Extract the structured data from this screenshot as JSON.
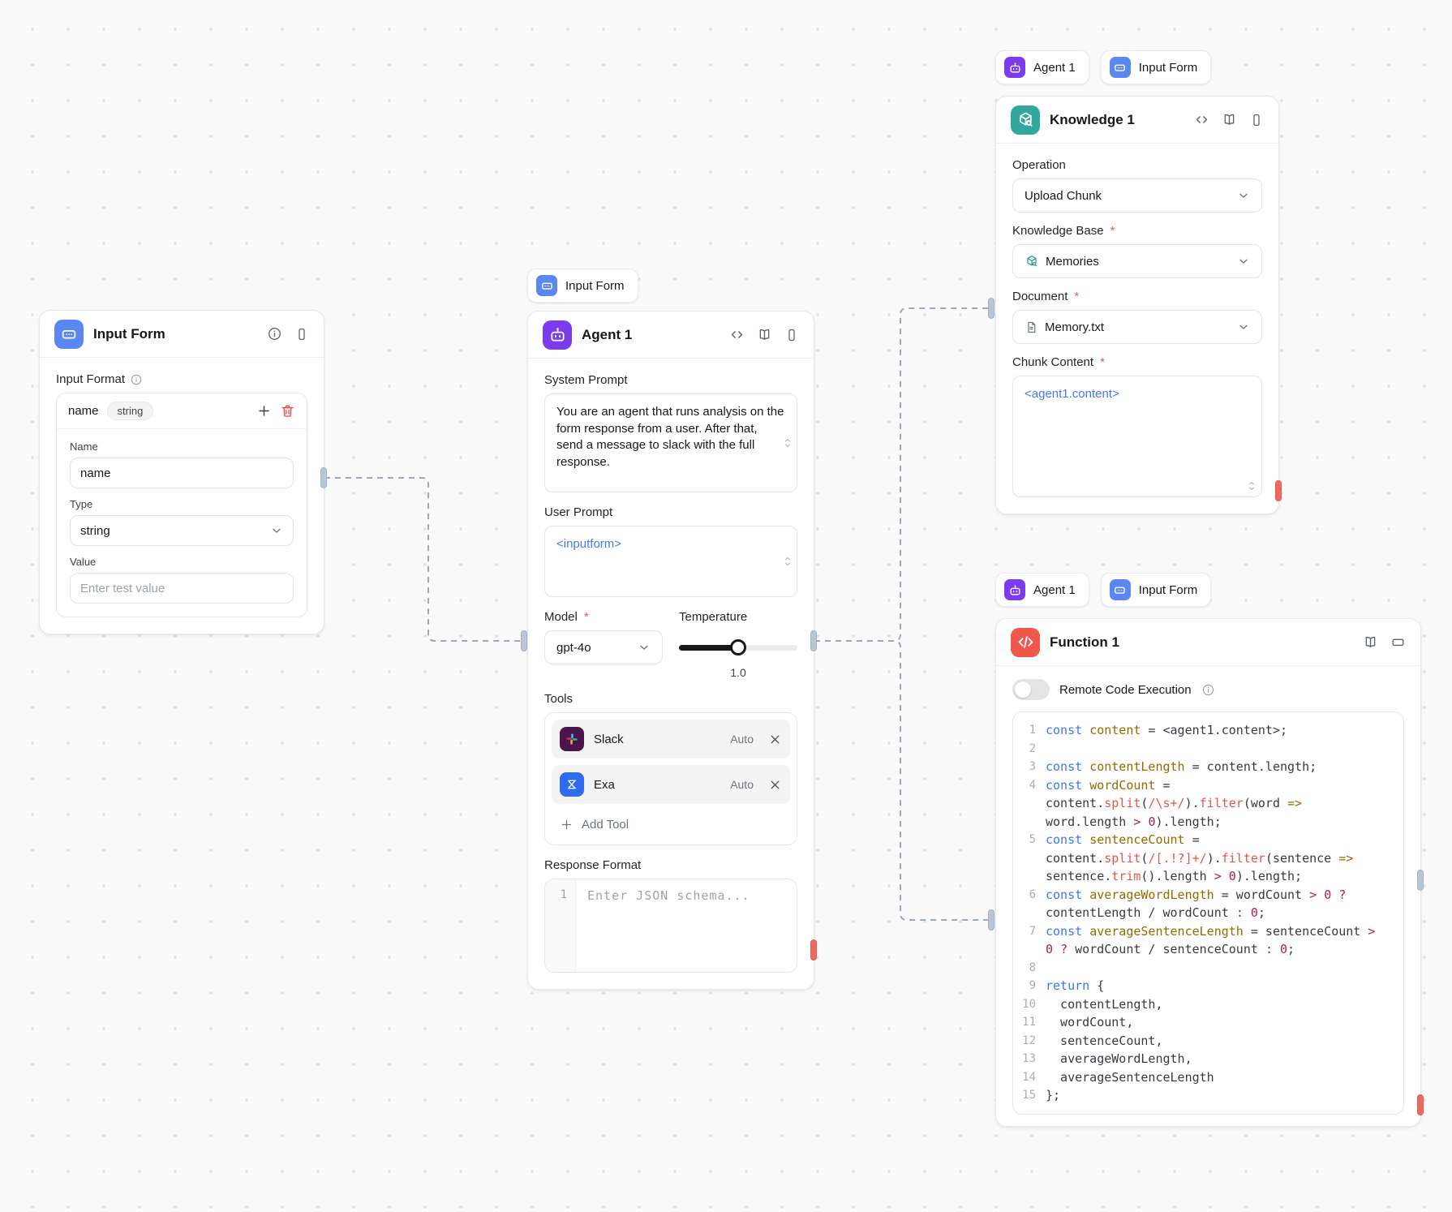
{
  "ui": {
    "required_mark": "*"
  },
  "chips": {
    "top": [
      {
        "label": "Agent 1"
      },
      {
        "label": "Input Form"
      }
    ],
    "mid": [
      {
        "label": "Input Form"
      }
    ],
    "bottom": [
      {
        "label": "Agent 1"
      },
      {
        "label": "Input Form"
      }
    ]
  },
  "input_form_node": {
    "title": "Input Form",
    "input_format_label": "Input Format",
    "field_name": "name",
    "field_type_badge": "string",
    "name_label": "Name",
    "name_value": "name",
    "type_label": "Type",
    "type_value": "string",
    "value_label": "Value",
    "value_placeholder": "Enter test value"
  },
  "agent_node": {
    "title": "Agent 1",
    "system_prompt_label": "System Prompt",
    "system_prompt_value": "You are an agent that runs analysis on the form response from a user. After that, send a message to slack with the full response.",
    "user_prompt_label": "User Prompt",
    "user_prompt_value": "<inputform>",
    "model_label": "Model",
    "model_value": "gpt-4o",
    "temperature_label": "Temperature",
    "temperature_value": "1.0",
    "tools_label": "Tools",
    "tools": [
      {
        "name": "Slack",
        "mode": "Auto"
      },
      {
        "name": "Exa",
        "mode": "Auto"
      }
    ],
    "add_tool_label": "Add Tool",
    "response_format_label": "Response Format",
    "response_line_number": "1",
    "response_placeholder": "Enter JSON schema..."
  },
  "knowledge_node": {
    "title": "Knowledge 1",
    "operation_label": "Operation",
    "operation_value": "Upload Chunk",
    "knowledge_base_label": "Knowledge Base",
    "knowledge_base_value": "Memories",
    "document_label": "Document",
    "document_value": "Memory.txt",
    "chunk_content_label": "Chunk Content",
    "chunk_content_value": "<agent1.content>"
  },
  "function_node": {
    "title": "Function 1",
    "toggle_label": "Remote Code Execution",
    "code": {
      "rows": [
        {
          "n": "1",
          "t": [
            [
              "const ",
              "kw"
            ],
            [
              "content",
              "id"
            ],
            [
              " = <agent1.content>;",
              "pl"
            ]
          ]
        },
        {
          "n": "2",
          "t": []
        },
        {
          "n": "3",
          "t": [
            [
              "const ",
              "kw"
            ],
            [
              "contentLength",
              "id"
            ],
            [
              " = content.length;",
              "pl"
            ]
          ]
        },
        {
          "n": "4",
          "t": [
            [
              "const ",
              "kw"
            ],
            [
              "wordCount",
              "id"
            ],
            [
              " =",
              "pl"
            ]
          ]
        },
        {
          "n": "",
          "t": [
            [
              "content.",
              "pl"
            ],
            [
              "split",
              "fn"
            ],
            [
              "(",
              "pl"
            ],
            [
              "/\\s+/",
              "rx"
            ],
            [
              ").",
              "pl"
            ],
            [
              "filter",
              "fn"
            ],
            [
              "(word ",
              "pl"
            ],
            [
              "=>",
              "id"
            ]
          ]
        },
        {
          "n": "",
          "t": [
            [
              "word.length ",
              "pl"
            ],
            [
              ">",
              "num"
            ],
            [
              " ",
              "pl"
            ],
            [
              "0",
              "num"
            ],
            [
              ").length;",
              "pl"
            ]
          ]
        },
        {
          "n": "5",
          "t": [
            [
              "const ",
              "kw"
            ],
            [
              "sentenceCount",
              "id"
            ],
            [
              " =",
              "pl"
            ]
          ]
        },
        {
          "n": "",
          "t": [
            [
              "content.",
              "pl"
            ],
            [
              "split",
              "fn"
            ],
            [
              "(",
              "pl"
            ],
            [
              "/[.!?]+/",
              "rx"
            ],
            [
              ").",
              "pl"
            ],
            [
              "filter",
              "fn"
            ],
            [
              "(sentence ",
              "pl"
            ],
            [
              "=>",
              "id"
            ]
          ]
        },
        {
          "n": "",
          "t": [
            [
              "sentence.",
              "pl"
            ],
            [
              "trim",
              "fn"
            ],
            [
              "().length ",
              "pl"
            ],
            [
              ">",
              "num"
            ],
            [
              " ",
              "pl"
            ],
            [
              "0",
              "num"
            ],
            [
              ").length;",
              "pl"
            ]
          ]
        },
        {
          "n": "6",
          "t": [
            [
              "const ",
              "kw"
            ],
            [
              "averageWordLength",
              "id"
            ],
            [
              " = wordCount ",
              "pl"
            ],
            [
              ">",
              "num"
            ],
            [
              " ",
              "pl"
            ],
            [
              "0",
              "num"
            ],
            [
              " ",
              "pl"
            ],
            [
              "?",
              "num"
            ]
          ]
        },
        {
          "n": "",
          "t": [
            [
              "contentLength / wordCount ",
              "pl"
            ],
            [
              ":",
              "num"
            ],
            [
              " ",
              "pl"
            ],
            [
              "0",
              "num"
            ],
            [
              ";",
              "pl"
            ]
          ]
        },
        {
          "n": "7",
          "t": [
            [
              "const ",
              "kw"
            ],
            [
              "averageSentenceLength",
              "id"
            ],
            [
              " = sentenceCount ",
              "pl"
            ],
            [
              ">",
              "num"
            ]
          ]
        },
        {
          "n": "",
          "t": [
            [
              "0",
              "num"
            ],
            [
              " ",
              "pl"
            ],
            [
              "?",
              "num"
            ],
            [
              " wordCount / sentenceCount ",
              "pl"
            ],
            [
              ":",
              "num"
            ],
            [
              " ",
              "pl"
            ],
            [
              "0",
              "num"
            ],
            [
              ";",
              "pl"
            ]
          ]
        },
        {
          "n": "8",
          "t": []
        },
        {
          "n": "9",
          "t": [
            [
              "return",
              "kw"
            ],
            [
              " {",
              "pl"
            ]
          ]
        },
        {
          "n": "10",
          "t": [
            [
              "  contentLength,",
              "pl"
            ]
          ]
        },
        {
          "n": "11",
          "t": [
            [
              "  wordCount,",
              "pl"
            ]
          ]
        },
        {
          "n": "12",
          "t": [
            [
              "  sentenceCount,",
              "pl"
            ]
          ]
        },
        {
          "n": "13",
          "t": [
            [
              "  averageWordLength,",
              "pl"
            ]
          ]
        },
        {
          "n": "14",
          "t": [
            [
              "  averageSentenceLength",
              "pl"
            ]
          ]
        },
        {
          "n": "15",
          "t": [
            [
              "};",
              "pl"
            ]
          ]
        }
      ]
    }
  },
  "colors": {
    "agent_accent": "#7c3bec",
    "input_form_accent": "#5b87f3",
    "knowledge_accent": "#32a89e",
    "function_accent": "#ef584a",
    "edge": "#9aa8bb",
    "handle": "#b9c6d8",
    "handle_alert": "#ee6a5f",
    "template_ref_text": "#4678ee"
  }
}
